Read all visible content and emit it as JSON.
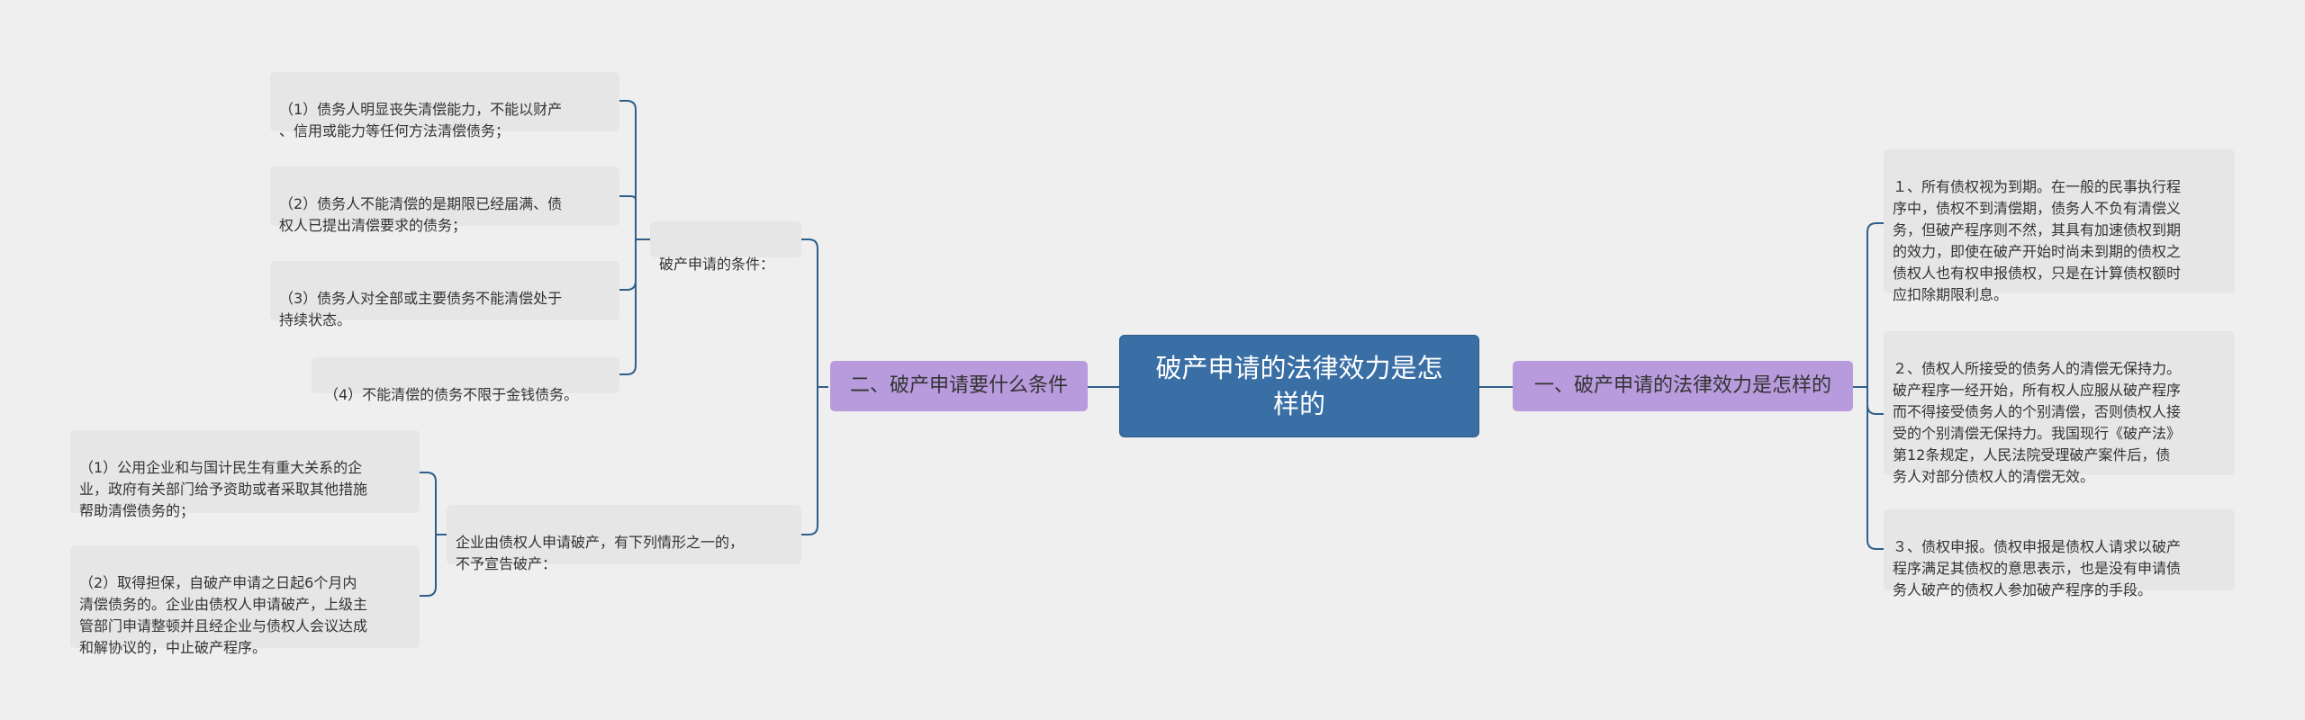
{
  "root": {
    "title": "破产申请的法律效力是怎\n样的"
  },
  "left_branch": {
    "label": "二、破产申请要什么条件",
    "groups": [
      {
        "label": "破产申请的条件：",
        "items": [
          "（1）债务人明显丧失清偿能力，不能以财产\n、信用或能力等任何方法清偿债务；",
          "（2）债务人不能清偿的是期限已经届满、债\n权人已提出清偿要求的债务；",
          "（3）债务人对全部或主要债务不能清偿处于\n持续状态。",
          "（4）不能清偿的债务不限于金钱债务。"
        ]
      },
      {
        "label": "企业由债权人申请破产，有下列情形之一的，\n不予宣告破产：",
        "items": [
          "（1）公用企业和与国计民生有重大关系的企\n业，政府有关部门给予资助或者采取其他措施\n帮助清偿债务的；",
          "（2）取得担保，自破产申请之日起6个月内\n清偿债务的。企业由债权人申请破产，上级主\n管部门申请整顿并且经企业与债权人会议达成\n和解协议的，中止破产程序。"
        ]
      }
    ]
  },
  "right_branch": {
    "label": "一、破产申请的法律效力是怎样的",
    "items": [
      "１、所有债权视为到期。在一般的民事执行程\n序中，债权不到清偿期，债务人不负有清偿义\n务，但破产程序则不然，其具有加速债权到期\n的效力，即使在破产开始时尚未到期的债权之\n债权人也有权申报债权，只是在计算债权额时\n应扣除期限利息。",
      "２、债权人所接受的债务人的清偿无保持力。\n破产程序一经开始，所有权人应服从破产程序\n而不得接受债务人的个别清偿，否则债权人接\n受的个别清偿无保持力。我国现行《破产法》\n第12条规定，人民法院受理破产案件后，债\n务人对部分债权人的清偿无效。",
      "３、债权申报。债权申报是债权人请求以破产\n程序满足其债权的意思表示，也是没有申请债\n务人破产的债权人参加破产程序的手段。"
    ]
  },
  "colors": {
    "root": "#3a6fa6",
    "branch": "#b89bdc",
    "leaf": "#e6e6e6",
    "connector": "#2f5f8a"
  }
}
